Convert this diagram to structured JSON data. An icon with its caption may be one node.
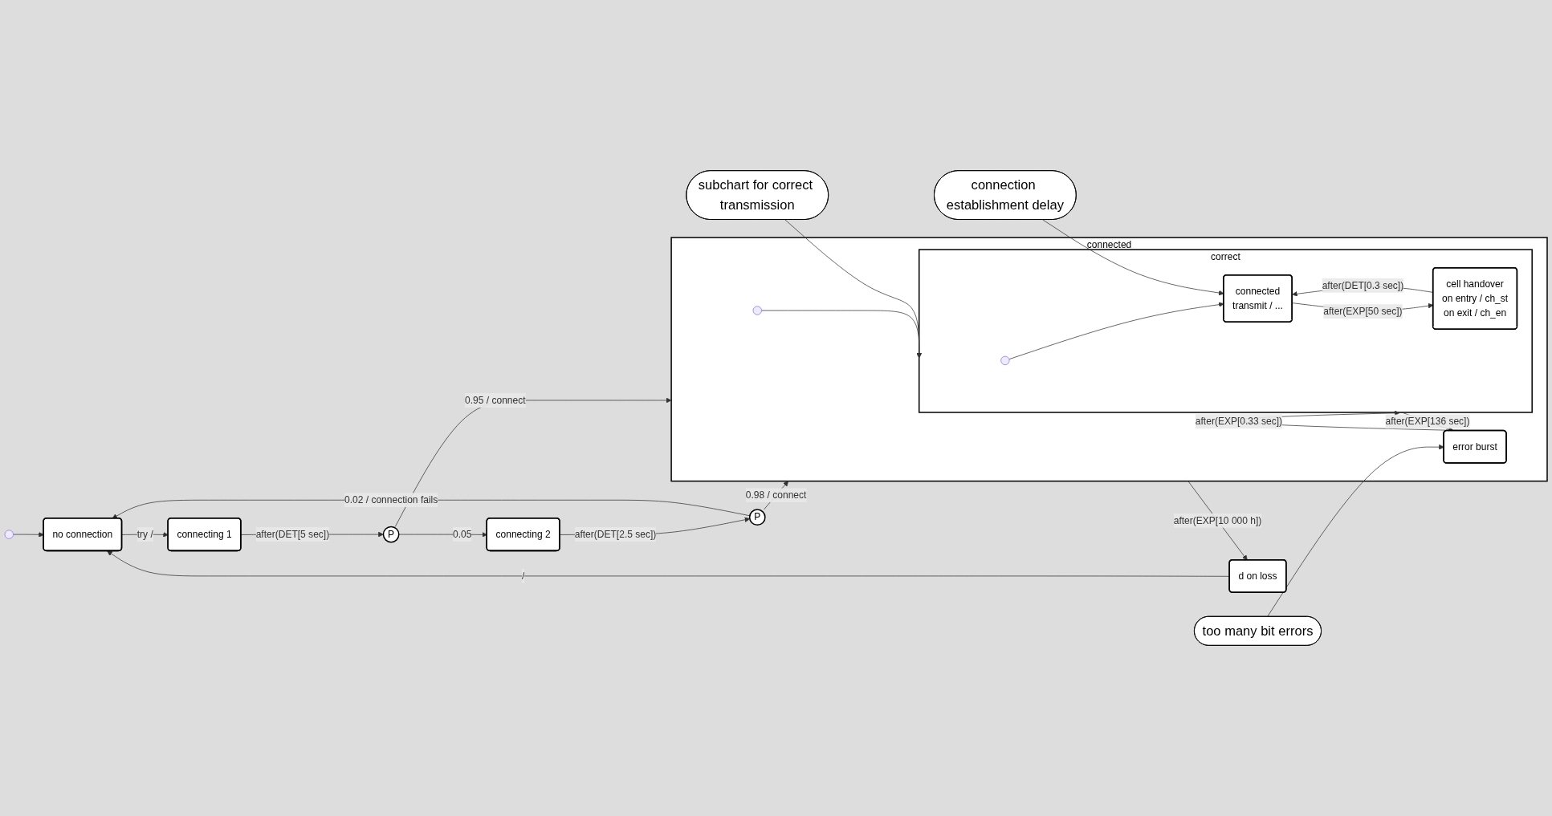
{
  "diagram": {
    "nodes": [
      {
        "text": [],
        "shape": "circle"
      },
      {
        "text": [
          "no connection"
        ]
      },
      {
        "text": [
          "connecting 1"
        ]
      },
      {
        "text": [
          "P"
        ]
      },
      {
        "text": [
          "connecting 2"
        ]
      },
      {
        "text": [
          "P"
        ]
      },
      {
        "text": [
          "connected"
        ]
      },
      {
        "text": [],
        "shape": "circle",
        "in": 6
      },
      {
        "text": [
          "correct"
        ],
        "in": 6
      },
      {
        "text": [],
        "shape": "circle",
        "in": 8
      },
      {
        "text": [
          "connected",
          "transmit / ..."
        ],
        "in": 8
      },
      {
        "text": [
          "cell handover",
          "on entry / ch_st",
          "on exit / ch_en"
        ],
        "in": 8
      },
      {
        "text": [
          "error burst"
        ],
        "in": 6
      },
      {
        "text": [
          "d on loss"
        ]
      },
      {
        "text": [
          "connection establishment delay"
        ]
      },
      {
        "text": [
          "subchart for correct transmission"
        ]
      },
      {
        "text": [
          "too many bit errors"
        ]
      }
    ],
    "edges": [
      {
        "from": 0,
        "to": 1,
        "arrow": "to"
      },
      {
        "from": 1,
        "to": 2,
        "arrow": "to",
        "label": "try /"
      },
      {
        "from": 2,
        "to": 3,
        "arrow": "to",
        "label": "after(DET[5 sec])"
      },
      {
        "from": 3,
        "to": 6,
        "arrow": "to",
        "label": "0.95 / connect"
      },
      {
        "from": 3,
        "to": 4,
        "arrow": "to",
        "label": "0.05"
      },
      {
        "from": 4,
        "to": 5,
        "arrow": "to",
        "label": "after(DET[2.5 sec])"
      },
      {
        "from": 5,
        "to": 6,
        "arrow": "to",
        "label": "0.98 / connect"
      },
      {
        "from": 5,
        "to": 1,
        "arrow": "to",
        "label": "0.02 / connection fails"
      },
      {
        "from": 7,
        "to": 8,
        "arrow": "to"
      },
      {
        "from": 9,
        "to": 10,
        "arrow": "to"
      },
      {
        "from": 10,
        "to": 11,
        "arrow": "to",
        "label": "after(EXP[50 sec])"
      },
      {
        "from": 11,
        "to": 10,
        "arrow": "to",
        "label": "after(DET[0.3 sec])"
      },
      {
        "from": 8,
        "to": 12,
        "arrow": "to",
        "label": "after(EXP[136 sec])"
      },
      {
        "from": 12,
        "to": 8,
        "arrow": "to",
        "label": "after(EXP[0.33 sec])"
      },
      {
        "from": 6,
        "to": 13,
        "arrow": "to",
        "label": "after(EXP[10 000 h])"
      },
      {
        "from": 13,
        "to": 1,
        "arrow": "to",
        "label": "/"
      },
      {
        "from": 14,
        "to": 10,
        "arrow": "to"
      },
      {
        "from": 15,
        "to": 8,
        "arrow": "to"
      },
      {
        "from": 16,
        "to": 12,
        "arrow": "to"
      }
    ]
  }
}
